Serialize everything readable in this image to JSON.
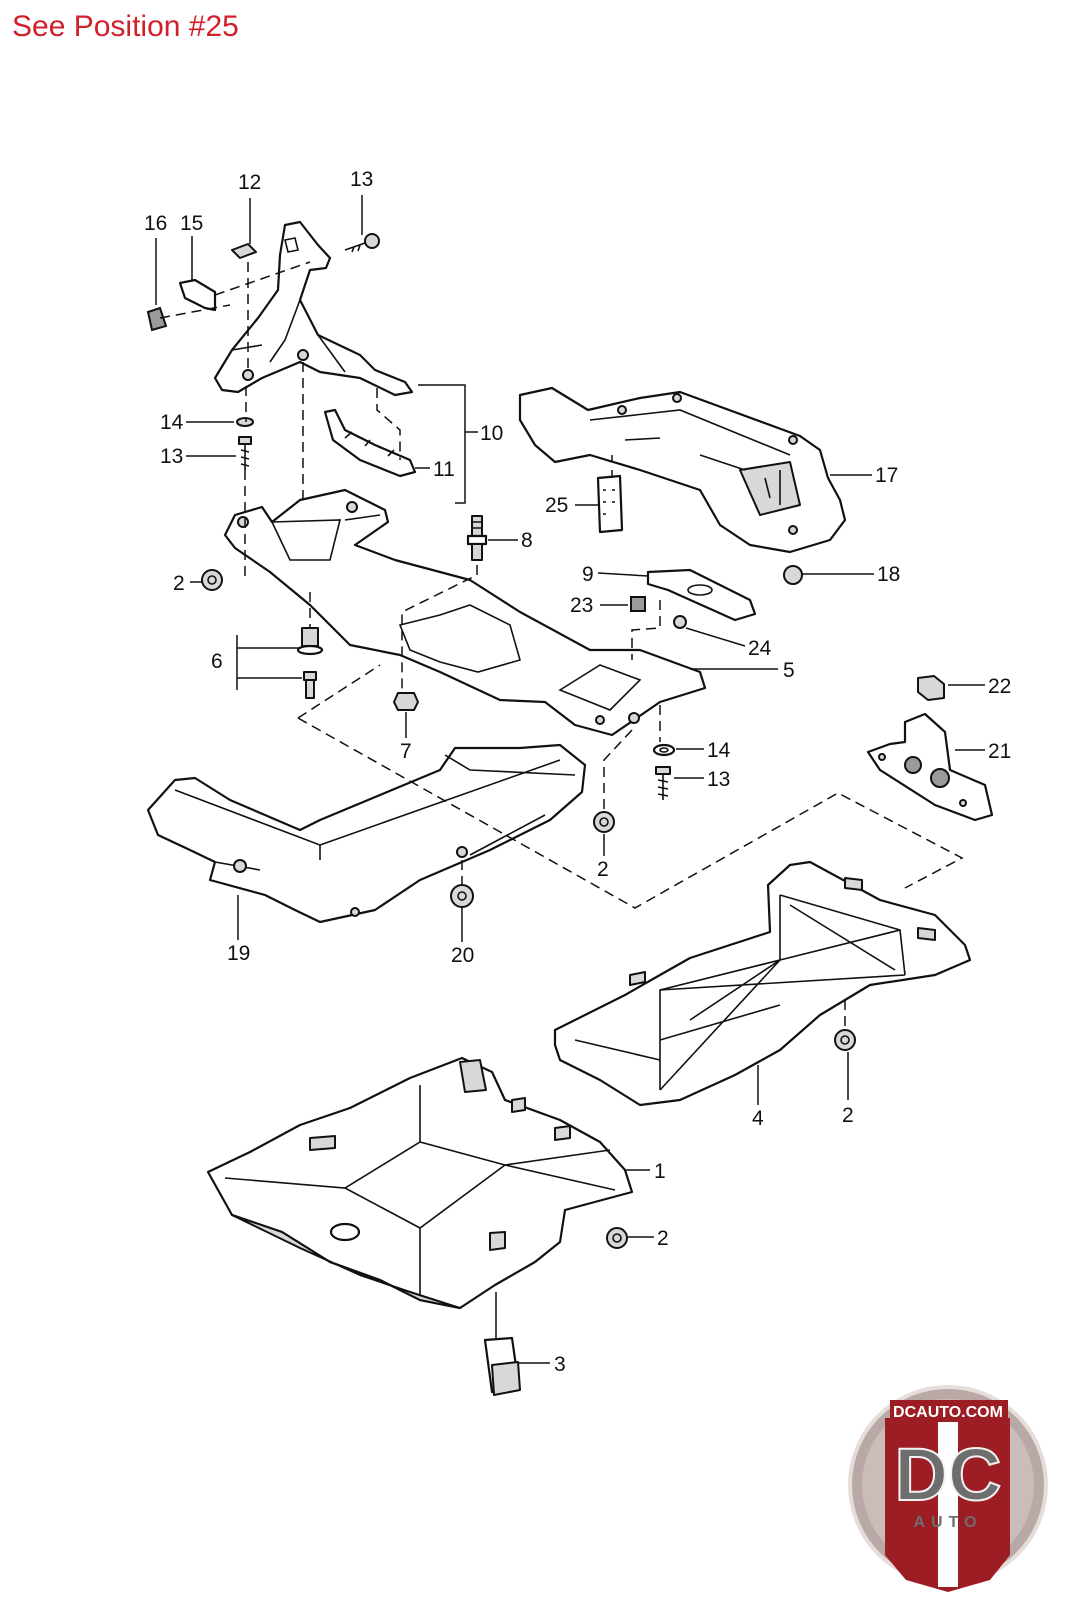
{
  "header": {
    "text": "See Position #25",
    "color": "#d0212a"
  },
  "callouts": [
    {
      "id": "c12",
      "label": "12"
    },
    {
      "id": "c13a",
      "label": "13"
    },
    {
      "id": "c16",
      "label": "16"
    },
    {
      "id": "c15",
      "label": "15"
    },
    {
      "id": "c14a",
      "label": "14"
    },
    {
      "id": "c13b",
      "label": "13"
    },
    {
      "id": "c10",
      "label": "10"
    },
    {
      "id": "c11",
      "label": "11"
    },
    {
      "id": "c17",
      "label": "17"
    },
    {
      "id": "c25",
      "label": "25"
    },
    {
      "id": "c8",
      "label": "8"
    },
    {
      "id": "c2a",
      "label": "2"
    },
    {
      "id": "c9",
      "label": "9"
    },
    {
      "id": "c18",
      "label": "18"
    },
    {
      "id": "c23",
      "label": "23"
    },
    {
      "id": "c24",
      "label": "24"
    },
    {
      "id": "c6",
      "label": "6"
    },
    {
      "id": "c5",
      "label": "5"
    },
    {
      "id": "c22",
      "label": "22"
    },
    {
      "id": "c7",
      "label": "7"
    },
    {
      "id": "c14b",
      "label": "14"
    },
    {
      "id": "c21",
      "label": "21"
    },
    {
      "id": "c13c",
      "label": "13"
    },
    {
      "id": "c2b",
      "label": "2"
    },
    {
      "id": "c19",
      "label": "19"
    },
    {
      "id": "c20",
      "label": "20"
    },
    {
      "id": "c4",
      "label": "4"
    },
    {
      "id": "c2c",
      "label": "2"
    },
    {
      "id": "c1",
      "label": "1"
    },
    {
      "id": "c2d",
      "label": "2"
    },
    {
      "id": "c3",
      "label": "3"
    }
  ],
  "logo": {
    "url_text": "DCAUTO.COM",
    "mark": "DC",
    "sub": "AUTO",
    "ring_color": "#9c1d23",
    "letter_color": "#6e6e6e"
  }
}
